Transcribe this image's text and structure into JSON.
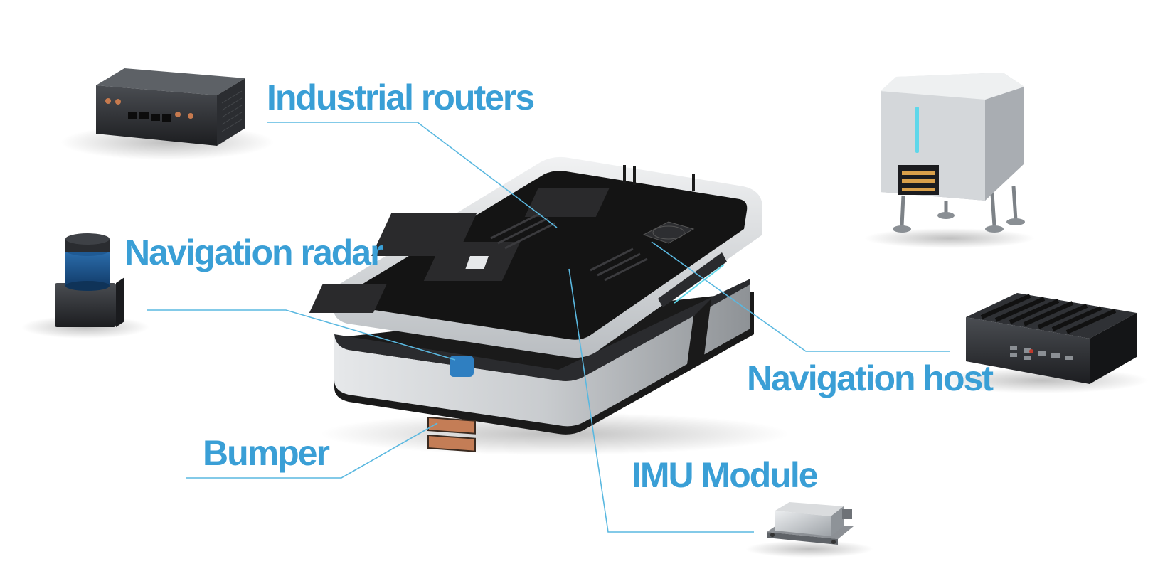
{
  "labels": {
    "industrial_routers": "Industrial routers",
    "navigation_radar": "Navigation radar",
    "navigation_host": "Navigation host",
    "bumper": "Bumper",
    "imu_module": "IMU Module"
  },
  "colors": {
    "label": "#3a9fd6",
    "leader_line": "#5ab8e0",
    "chassis_shell": "#d9dcdf",
    "chassis_dark": "#1a1a1a",
    "accent_orange": "#d08a55"
  }
}
